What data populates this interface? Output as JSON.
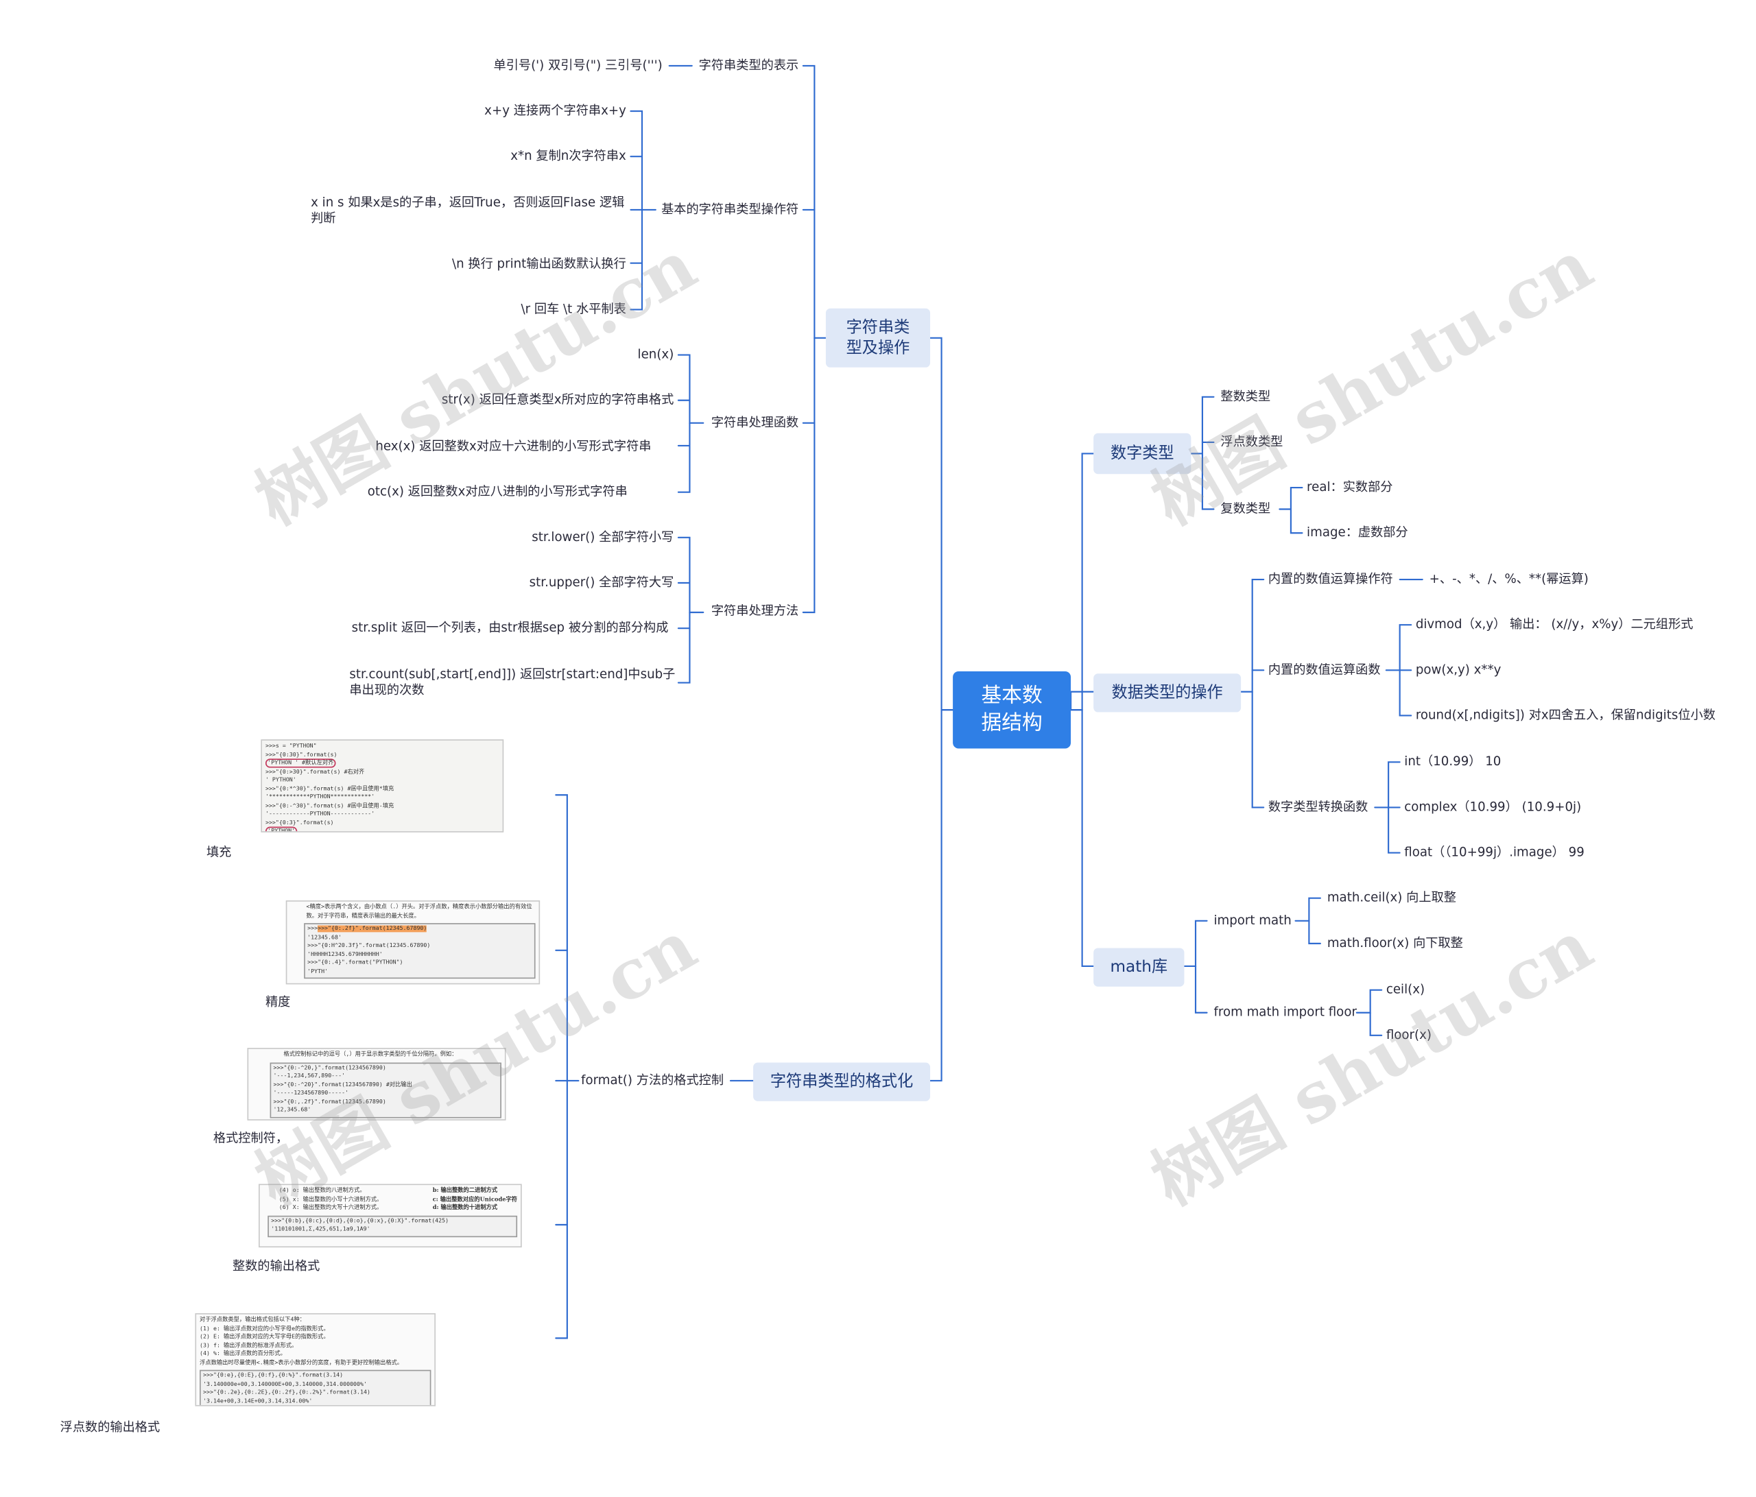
{
  "root": "基本数据结构",
  "left": {
    "string_types": {
      "label": "字符串类型及操作",
      "repr": {
        "label": "字符串类型的表示",
        "items": [
          "单引号(') 双引号(\") 三引号(''')"
        ]
      },
      "ops": {
        "label": "基本的字符串类型操作符",
        "items": [
          "x+y   连接两个字符串x+y",
          "x*n   复制n次字符串x",
          "x in s  如果x是s的子串，返回True，否则返回Flase   逻辑判断",
          "\\n  换行    print输出函数默认换行",
          "\\r 回车    \\t  水平制表"
        ]
      },
      "funcs": {
        "label": "字符串处理函数",
        "items": [
          "len(x)",
          "str(x)  返回任意类型x所对应的字符串格式",
          "hex(x) 返回整数x对应十六进制的小写形式字符串",
          "otc(x) 返回整数x对应八进制的小写形式字符串"
        ]
      },
      "methods": {
        "label": "字符串处理方法",
        "items": [
          "str.lower()   全部字符小写",
          "str.upper()  全部字符大写",
          "str.split    返回一个列表，由str根据sep 被分割的部分构成",
          "str.count(sub[,start[,end]])  返回str[start:end]中sub子串出现的次数"
        ]
      }
    },
    "format_ctrl": {
      "label": "字符串类型的格式化",
      "method": "format() 方法的格式控制",
      "items": [
        "填充",
        "精度",
        "格式控制符，",
        "整数的输出格式",
        "浮点数的输出格式"
      ]
    }
  },
  "right": {
    "numeric": {
      "label": "数字类型",
      "int": "整数类型",
      "float": "浮点数类型",
      "complex": {
        "label": "复数类型",
        "items": [
          "real：实数部分",
          "image：虚数部分"
        ]
      }
    },
    "ops": {
      "label": "数据类型的操作",
      "builtin_ops": {
        "label": "内置的数值运算操作符",
        "value": "+、-、*、/、%、**(幂运算)"
      },
      "builtin_funcs": {
        "label": "内置的数值运算函数",
        "items": [
          "divmod（x,y）   输出：  (x//y，x%y）二元组形式",
          "pow(x,y)     x**y",
          "round(x[,ndigits])  对x四舍五入，保留ndigits位小数"
        ]
      },
      "conv": {
        "label": "数字类型转换函数",
        "items": [
          "int（10.99）    10",
          "complex（10.99）    (10.9+0j)",
          "float（（10+99j）.image）   99"
        ]
      }
    },
    "math": {
      "label": "math库",
      "import": {
        "label": "import math",
        "items": [
          "math.ceil(x)   向上取整",
          "math.floor(x)  向下取整"
        ]
      },
      "from": {
        "label": "from math import floor",
        "items": [
          "ceil(x)",
          "floor(x)"
        ]
      }
    }
  },
  "thumbs": {
    "fill": [
      ">>>s = \"PYTHON\"",
      ">>>\"{0:30}\".format(s)",
      "'PYTHON           '  #默认左对齐",
      ">>>\"{0:>30}\".format(s)   #右对齐",
      "'                PYTHON'",
      ">>>\"{0:*^30}\".format(s)  #居中且使用*填充",
      "'************PYTHON************'",
      ">>>\"{0:-^30}\".format(s)  #居中且使用-填充",
      "'------------PYTHON------------'",
      ">>>\"{0:3}\".format(s)",
      "'PYTHON'"
    ],
    "precision_note": "<精度>表示两个含义，由小数点（.）开头。对于浮点数，精度表示小数部分输出的有效位数。对于字符串，精度表示输出的最大长度。",
    "precision": [
      ">>>\"{0:.2f}\".format(12345.67890)",
      "'12345.68'",
      ">>>\"{0:H^20.3f}\".format(12345.67890)",
      "'HHHHH12345.679HHHHHH'",
      ">>>\"{0:.4}\".format(\"PYTHON\")",
      "'PYTH'"
    ],
    "comma_note": "格式控制标记中的逗号（,）用于显示数字类型的千位分隔符。例如：",
    "comma": [
      ">>>\"{0:-^20,}\".format(1234567890)",
      "'---1,234,567,890---'",
      ">>>\"{0:-^20}\".format(1234567890)  #对比输出",
      "'-----1234567890-----'",
      ">>>\"{0:,.2f}\".format(12345.67890)",
      "'12,345.68'"
    ],
    "int_note": [
      "(4) o: 输出整数的八进制方式。",
      "(5) x: 输出整数的小写十六进制方式。",
      "(6) X: 输出整数的大写十六进制方式。"
    ],
    "int_hand": [
      "b: 输出整数的二进制方式",
      "c: 输出整数对应的Unicode字符",
      "d: 输出整数的十进制方式"
    ],
    "int_code": [
      ">>>\"{0:b},{0:c},{0:d},{0:o},{0:x},{0:X}\".format(425)",
      "'110101001,Ʃ,425,651,1a9,1A9'"
    ],
    "float_note": [
      "对于浮点数类型，输出格式包括以下4种：",
      "(1) e: 输出浮点数对应的小写字母e的指数形式。",
      "(2) E: 输出浮点数对应的大写字母E的指数形式。",
      "(3) f: 输出浮点数的标准浮点形式。",
      "(4) %: 输出浮点数的百分形式。",
      "浮点数输出时尽量使用<.精度>表示小数部分的宽度，有助于更好控制输出格式。"
    ],
    "float_code": [
      ">>>\"{0:e},{0:E},{0:f},{0:%}\".format(3.14)",
      "'3.140000e+00,3.140000E+00,3.140000,314.000000%'",
      ">>>\"{0:.2e},{0:.2E},{0:.2f},{0:.2%}\".format(3.14)",
      "'3.14e+00,3.14E+00,3.14,314.00%'"
    ]
  },
  "watermark": "树图 shutu.cn",
  "colors": {
    "root": "#2f7fe6",
    "branch_bg": "#dfe8f7",
    "line": "#2f6bd0"
  }
}
